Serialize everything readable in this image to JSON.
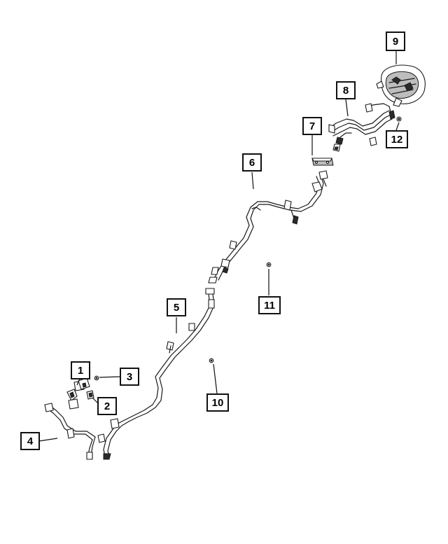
{
  "callouts": [
    {
      "id": "c1",
      "label": "1"
    },
    {
      "id": "c2",
      "label": "2"
    },
    {
      "id": "c3",
      "label": "3"
    },
    {
      "id": "c4",
      "label": "4"
    },
    {
      "id": "c5",
      "label": "5"
    },
    {
      "id": "c6",
      "label": "6"
    },
    {
      "id": "c7",
      "label": "7"
    },
    {
      "id": "c8",
      "label": "8"
    },
    {
      "id": "c9",
      "label": "9"
    },
    {
      "id": "c10",
      "label": "10"
    },
    {
      "id": "c11",
      "label": "11"
    },
    {
      "id": "c12",
      "label": "12"
    }
  ],
  "colors": {
    "line": "#1a1a1a",
    "background": "#ffffff"
  }
}
